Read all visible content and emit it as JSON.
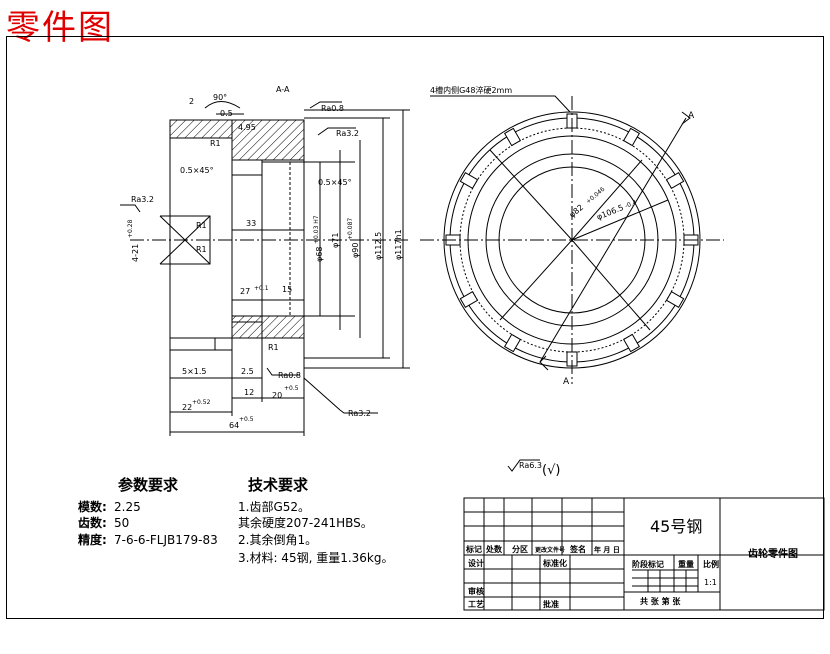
{
  "title": "零件图",
  "section_label": "A-A",
  "view_label": "A",
  "annotations": {
    "angle": "90°",
    "small_dim": "2",
    "d05": "0.5",
    "d495": "4.95",
    "r1_a": "R1",
    "r1_b": "R1",
    "r1_c": "R1",
    "r1_d": "R1",
    "ra08_top": "Ra0.8",
    "ra32_top": "Ra3.2",
    "ra32_left": "Ra3.2",
    "ra08_bot": "Ra0.8",
    "ra32_bot": "Ra3.2",
    "chamfer_left": "0.5×45°",
    "chamfer_right": "0.5×45°",
    "keyway_width": "4-21",
    "keyway_tol": "+0.28",
    "dim_33": "33",
    "dim_27": "27",
    "dim_27_tol": "+0.1",
    "dim_15": "15",
    "d68": "φ68",
    "d68_tol": "+0.03 H7",
    "d71": "φ71",
    "d90": "φ90",
    "d90_tol": "+0.087",
    "d1125": "φ112.5",
    "d117": "φ117h1",
    "dim_5x15": "5×1.5",
    "dim_25": "2.5",
    "dim_12": "12",
    "dim_20": "20",
    "dim_20_tol": "+0.5",
    "dim_22": "22",
    "dim_22_tol": "+0.52",
    "dim_64": "64",
    "dim_64_tol": "+0.5",
    "gear_note": "4槽内侧G48淬硬2mm",
    "pcd": "φ106.5",
    "pcd_tol": "-0.4",
    "inner_dia": "φ82",
    "inner_tol": "+0.046",
    "general_roughness": "Ra6.3",
    "general_roughness_suffix": "(√)"
  },
  "parameters": {
    "heading": "参数要求",
    "items": [
      {
        "label": "模数:",
        "value": "2.25"
      },
      {
        "label": "齿数:",
        "value": "50"
      },
      {
        "label": "精度:",
        "value": "7-6-6-FLJB179-83"
      }
    ]
  },
  "technical": {
    "heading": "技术要求",
    "items": [
      "1.齿部G52。",
      "其余硬度207-241HBS。",
      "2.其余倒角1。",
      "3.材料: 45钢, 重量1.36kg。"
    ]
  },
  "title_block": {
    "material": "45号钢",
    "drawing_name": "齿轮零件图",
    "row_headers": [
      "标记",
      "处数",
      "分区",
      "更改文件号",
      "签名",
      "年 月 日"
    ],
    "designer": "设计",
    "standard": "标准化",
    "stage_mark": "阶段标记",
    "weight": "重量",
    "scale": "比例",
    "scale_value": "1:1",
    "review": "审核",
    "process": "工艺",
    "approve": "批准",
    "sheets": "共 张 第 张"
  }
}
